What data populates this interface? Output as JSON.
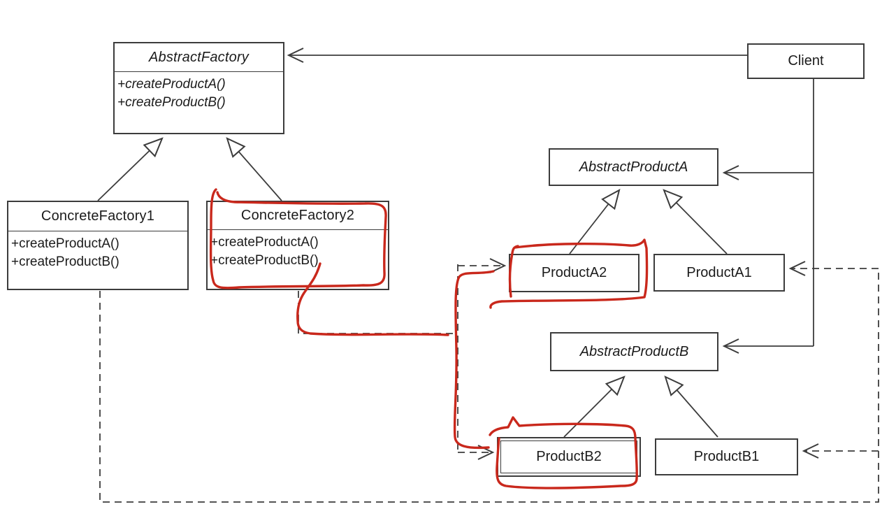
{
  "colors": {
    "line": "#3c3c3c",
    "box-border": "#3c3c3c",
    "text": "#1b1b1b",
    "annotation": "#c9281c",
    "background": "#ffffff"
  },
  "classes": {
    "abstract_factory": {
      "name": "AbstractFactory",
      "italic": true,
      "methods": [
        "+createProductA()",
        "+createProductB()"
      ]
    },
    "client": {
      "name": "Client"
    },
    "concrete_factory1": {
      "name": "ConcreteFactory1",
      "methods": [
        "+createProductA()",
        "+createProductB()"
      ]
    },
    "concrete_factory2": {
      "name": "ConcreteFactory2",
      "methods": [
        "+createProductA()",
        "+createProductB()"
      ]
    },
    "abstract_product_a": {
      "name": "AbstractProductA",
      "italic": true
    },
    "product_a2": {
      "name": "ProductA2"
    },
    "product_a1": {
      "name": "ProductA1"
    },
    "abstract_product_b": {
      "name": "AbstractProductB",
      "italic": true
    },
    "product_b2": {
      "name": "ProductB2"
    },
    "product_b1": {
      "name": "ProductB1"
    }
  },
  "annotations": {
    "pen_color": "#c9281c",
    "circled_elements": [
      "ConcreteFactory2",
      "ProductA2",
      "ProductB2"
    ],
    "trace_from": "ConcreteFactory2",
    "trace_to": [
      "ProductA2",
      "ProductB2"
    ]
  }
}
